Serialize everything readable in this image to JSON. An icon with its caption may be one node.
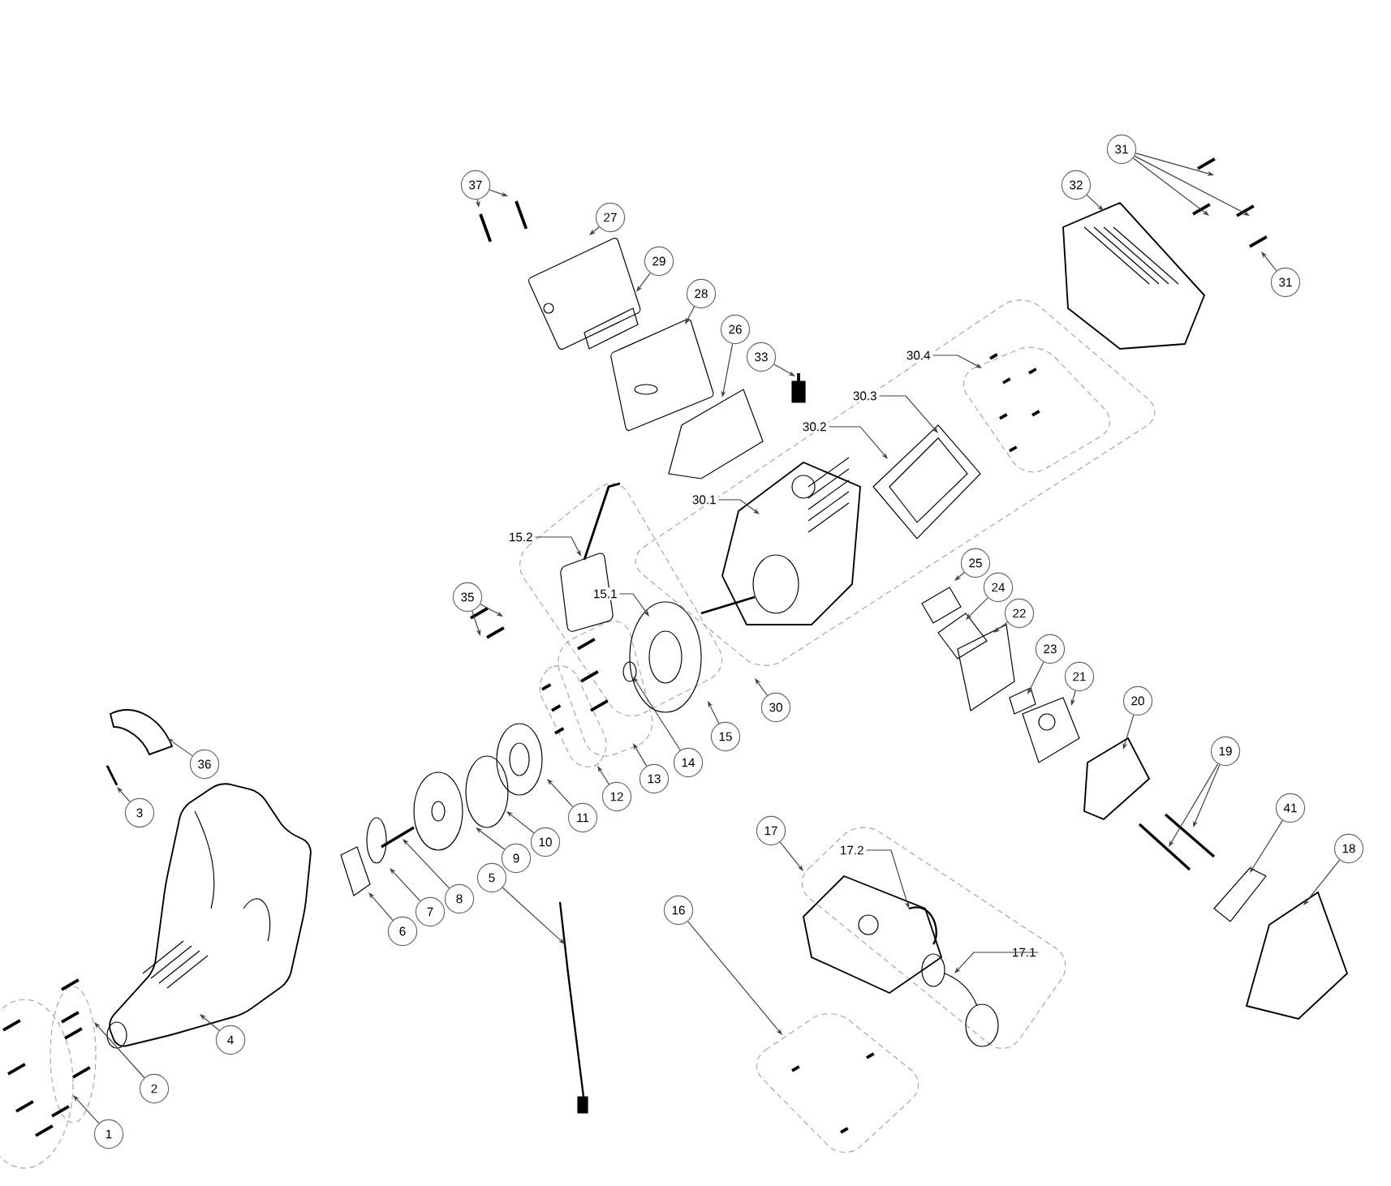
{
  "diagram": {
    "nodes": [
      {
        "text": [
          "31"
        ]
      },
      {
        "text": [
          "37"
        ]
      },
      {
        "text": [
          "32"
        ]
      },
      {
        "text": [
          "27"
        ]
      },
      {
        "text": [
          "29"
        ]
      },
      {
        "text": [
          "31"
        ]
      },
      {
        "text": [
          "28"
        ]
      },
      {
        "text": [
          "26"
        ]
      },
      {
        "text": [
          "30.4"
        ]
      },
      {
        "text": [
          "33"
        ]
      },
      {
        "text": [
          "30.3"
        ]
      },
      {
        "text": [
          "30.2"
        ]
      },
      {
        "text": [
          "30.1"
        ]
      },
      {
        "text": [
          "15.2"
        ]
      },
      {
        "text": [
          "25"
        ]
      },
      {
        "text": [
          "24"
        ]
      },
      {
        "text": [
          "15.1"
        ]
      },
      {
        "text": [
          "35"
        ]
      },
      {
        "text": [
          "22"
        ]
      },
      {
        "text": [
          "23"
        ]
      },
      {
        "text": [
          "21"
        ]
      },
      {
        "text": [
          "20"
        ]
      },
      {
        "text": [
          "30"
        ]
      },
      {
        "text": [
          "15"
        ]
      },
      {
        "text": [
          "19"
        ]
      },
      {
        "text": [
          "14"
        ]
      },
      {
        "text": [
          "36"
        ]
      },
      {
        "text": [
          "13"
        ]
      },
      {
        "text": [
          "12"
        ]
      },
      {
        "text": [
          "41"
        ]
      },
      {
        "text": [
          "3"
        ]
      },
      {
        "text": [
          "11"
        ]
      },
      {
        "text": [
          "17"
        ]
      },
      {
        "text": [
          "10"
        ]
      },
      {
        "text": [
          "18"
        ]
      },
      {
        "text": [
          "17.2"
        ]
      },
      {
        "text": [
          "9"
        ]
      },
      {
        "text": [
          "5"
        ]
      },
      {
        "text": [
          "8"
        ]
      },
      {
        "text": [
          "16"
        ]
      },
      {
        "text": [
          "7"
        ]
      },
      {
        "text": [
          "6"
        ]
      },
      {
        "text": [
          "17.1"
        ]
      },
      {
        "text": [
          "4"
        ]
      },
      {
        "text": [
          "2"
        ]
      },
      {
        "text": [
          "1"
        ]
      }
    ],
    "edges": [
      {
        "from": 0,
        "to": null,
        "arrow": "to"
      },
      {
        "from": 0,
        "to": null,
        "arrow": "to"
      },
      {
        "from": 0,
        "to": null,
        "arrow": "to"
      },
      {
        "from": 1,
        "to": null,
        "arrow": "to"
      },
      {
        "from": 1,
        "to": null,
        "arrow": "to"
      },
      {
        "from": 2,
        "to": null,
        "arrow": "to"
      },
      {
        "from": 3,
        "to": null,
        "arrow": "to"
      },
      {
        "from": 4,
        "to": null,
        "arrow": "to"
      },
      {
        "from": 5,
        "to": null,
        "arrow": "to"
      },
      {
        "from": 6,
        "to": null,
        "arrow": "to"
      },
      {
        "from": 7,
        "to": null,
        "arrow": "to"
      },
      {
        "from": 8,
        "to": null,
        "arrow": "to"
      },
      {
        "from": 9,
        "to": null,
        "arrow": "to"
      },
      {
        "from": 10,
        "to": null,
        "arrow": "to"
      },
      {
        "from": 11,
        "to": null,
        "arrow": "to"
      },
      {
        "from": 12,
        "to": null,
        "arrow": "to"
      },
      {
        "from": 13,
        "to": null,
        "arrow": "to"
      },
      {
        "from": 14,
        "to": null,
        "arrow": "to"
      },
      {
        "from": 15,
        "to": null,
        "arrow": "to"
      },
      {
        "from": 16,
        "to": null,
        "arrow": "to"
      },
      {
        "from": 17,
        "to": null,
        "arrow": "to"
      },
      {
        "from": 17,
        "to": null,
        "arrow": "to"
      },
      {
        "from": 18,
        "to": null,
        "arrow": "to"
      },
      {
        "from": 19,
        "to": null,
        "arrow": "to"
      },
      {
        "from": 20,
        "to": null,
        "arrow": "to"
      },
      {
        "from": 21,
        "to": null,
        "arrow": "to"
      },
      {
        "from": 22,
        "to": null,
        "arrow": "to"
      },
      {
        "from": 23,
        "to": null,
        "arrow": "to"
      },
      {
        "from": 24,
        "to": null,
        "arrow": "to"
      },
      {
        "from": 24,
        "to": null,
        "arrow": "to"
      },
      {
        "from": 25,
        "to": null,
        "arrow": "to"
      },
      {
        "from": 26,
        "to": null,
        "arrow": "to"
      },
      {
        "from": 27,
        "to": null,
        "arrow": "to"
      },
      {
        "from": 28,
        "to": null,
        "arrow": "to"
      },
      {
        "from": 29,
        "to": null,
        "arrow": "to"
      },
      {
        "from": 30,
        "to": null,
        "arrow": "to"
      },
      {
        "from": 31,
        "to": null,
        "arrow": "to"
      },
      {
        "from": 32,
        "to": null,
        "arrow": "to"
      },
      {
        "from": 33,
        "to": null,
        "arrow": "to"
      },
      {
        "from": 34,
        "to": null,
        "arrow": "to"
      },
      {
        "from": 35,
        "to": null,
        "arrow": "to"
      },
      {
        "from": 36,
        "to": null,
        "arrow": "to"
      },
      {
        "from": 37,
        "to": null,
        "arrow": "to"
      },
      {
        "from": 38,
        "to": null,
        "arrow": "to"
      },
      {
        "from": 39,
        "to": null,
        "arrow": "to"
      },
      {
        "from": 40,
        "to": null,
        "arrow": "to"
      },
      {
        "from": 41,
        "to": null,
        "arrow": "to"
      },
      {
        "from": 42,
        "to": null,
        "arrow": "to"
      },
      {
        "from": 43,
        "to": null,
        "arrow": "to"
      },
      {
        "from": 44,
        "to": null,
        "arrow": "to"
      },
      {
        "from": 45,
        "to": null,
        "arrow": "to"
      }
    ]
  }
}
